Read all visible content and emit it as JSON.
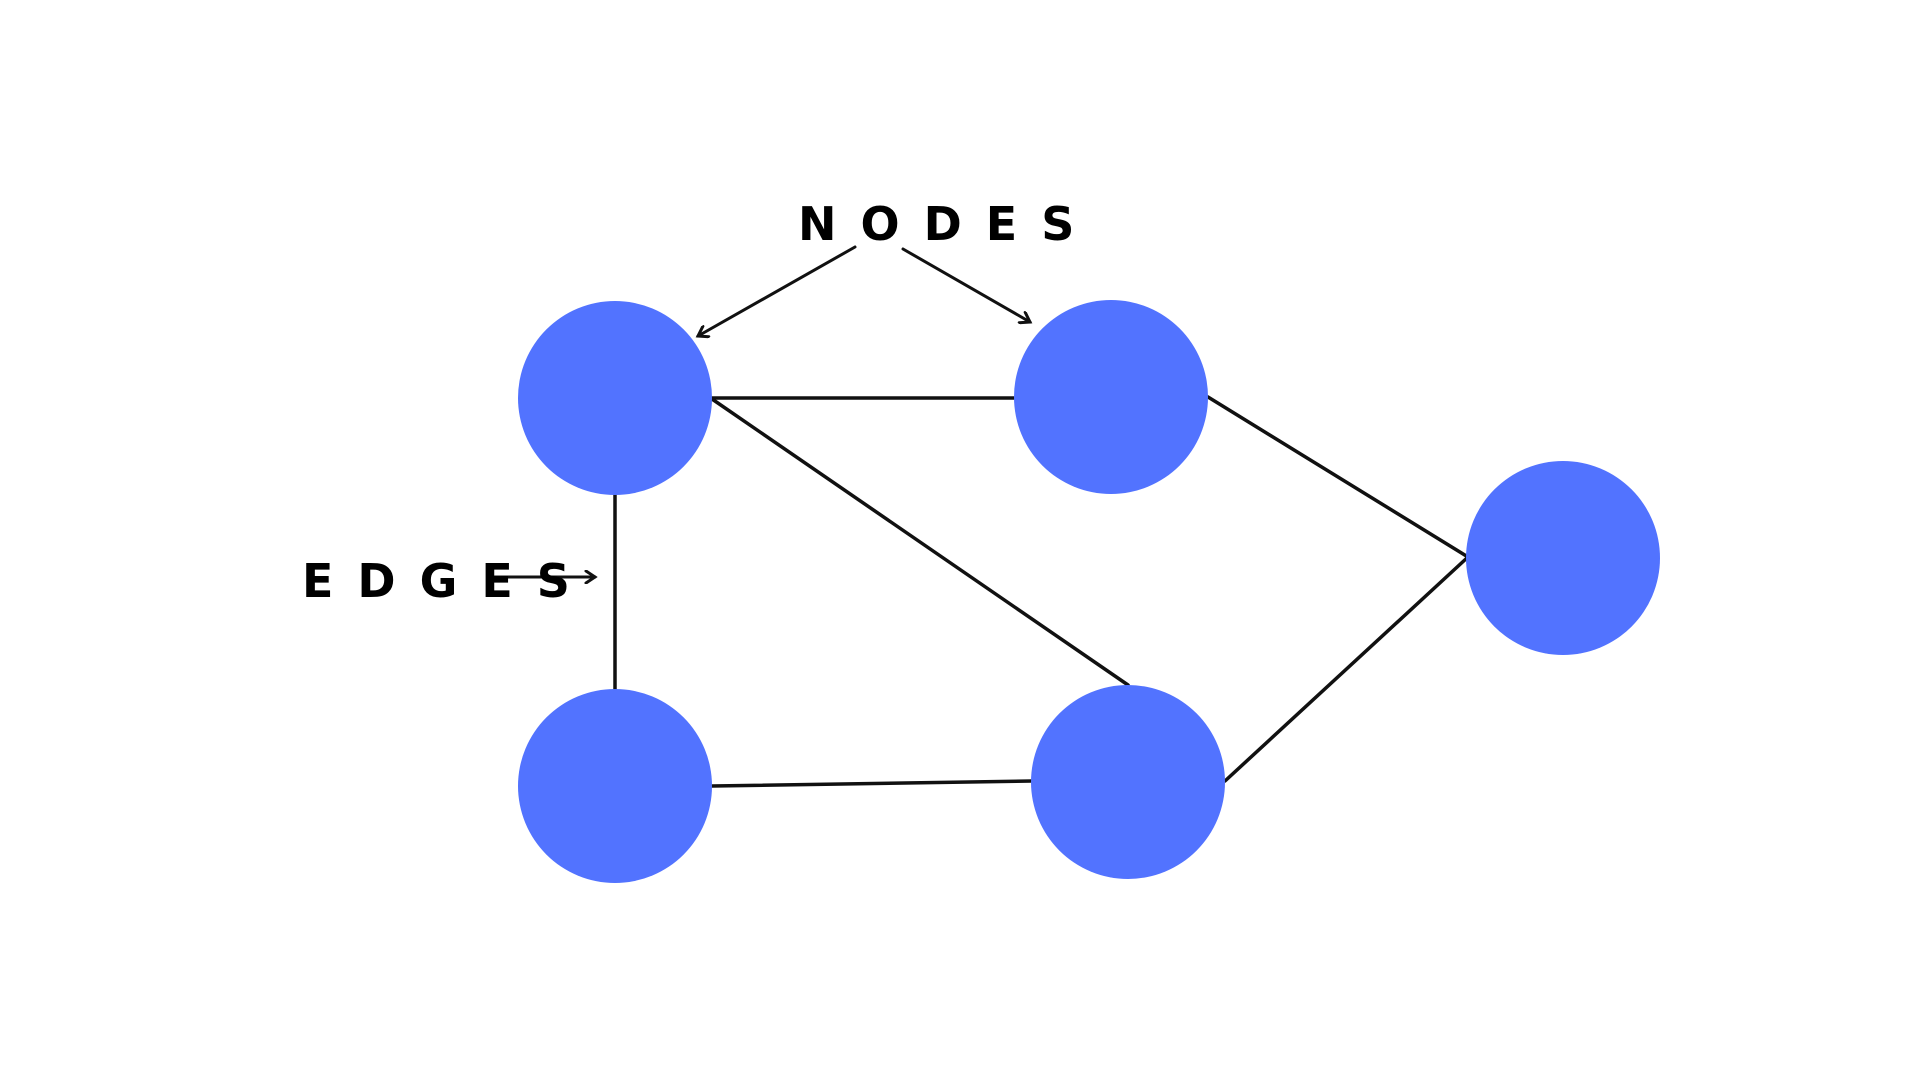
{
  "labels": {
    "nodes": "NODES",
    "edges": "EDGES"
  },
  "colors": {
    "node_fill": "#5273FF",
    "edge_stroke": "#111111",
    "text": "#000000",
    "background": "#FFFFFF"
  },
  "graph": {
    "nodes": [
      {
        "id": "n1"
      },
      {
        "id": "n2"
      },
      {
        "id": "n3"
      },
      {
        "id": "n4"
      },
      {
        "id": "n5"
      }
    ],
    "edges": [
      {
        "from": "n1",
        "to": "n2"
      },
      {
        "from": "n1",
        "to": "n4"
      },
      {
        "from": "n1",
        "to": "n5"
      },
      {
        "from": "n4",
        "to": "n5"
      },
      {
        "from": "n2",
        "to": "n3"
      },
      {
        "from": "n5",
        "to": "n3"
      }
    ]
  }
}
